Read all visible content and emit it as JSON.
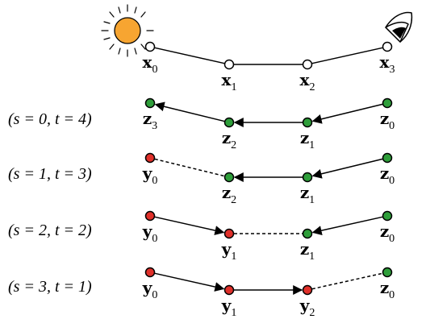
{
  "path": {
    "vertices": [
      {
        "base": "x",
        "sub": "0"
      },
      {
        "base": "x",
        "sub": "1"
      },
      {
        "base": "x",
        "sub": "2"
      },
      {
        "base": "x",
        "sub": "3"
      }
    ]
  },
  "rows": [
    {
      "label": "(s = 0, t = 4)",
      "vertices": [
        {
          "type": "light",
          "present": false
        },
        {
          "type": "eye",
          "base": "z",
          "sub": "2"
        },
        {
          "type": "eye",
          "base": "z",
          "sub": "1"
        },
        {
          "type": "eye",
          "base": "z",
          "sub": "0"
        }
      ],
      "extra_label": {
        "base": "z",
        "sub": "3"
      }
    },
    {
      "label": "(s = 1, t = 3)",
      "vertices": [
        {
          "type": "light",
          "base": "y",
          "sub": "0"
        },
        {
          "type": "eye",
          "base": "z",
          "sub": "2"
        },
        {
          "type": "eye",
          "base": "z",
          "sub": "1"
        },
        {
          "type": "eye",
          "base": "z",
          "sub": "0"
        }
      ]
    },
    {
      "label": "(s = 2, t = 2)",
      "vertices": [
        {
          "type": "light",
          "base": "y",
          "sub": "0"
        },
        {
          "type": "light",
          "base": "y",
          "sub": "1"
        },
        {
          "type": "eye",
          "base": "z",
          "sub": "1"
        },
        {
          "type": "eye",
          "base": "z",
          "sub": "0"
        }
      ]
    },
    {
      "label": "(s = 3, t = 1)",
      "vertices": [
        {
          "type": "light",
          "base": "y",
          "sub": "0"
        },
        {
          "type": "light",
          "base": "y",
          "sub": "1"
        },
        {
          "type": "light",
          "base": "y",
          "sub": "2"
        },
        {
          "type": "eye",
          "base": "z",
          "sub": "0"
        }
      ]
    }
  ],
  "colors": {
    "light_vertex": "#e0302a",
    "eye_vertex": "#2e9e3a",
    "path_vertex": "#ffffff",
    "sun": "#f7a531",
    "stroke": "#000000"
  }
}
